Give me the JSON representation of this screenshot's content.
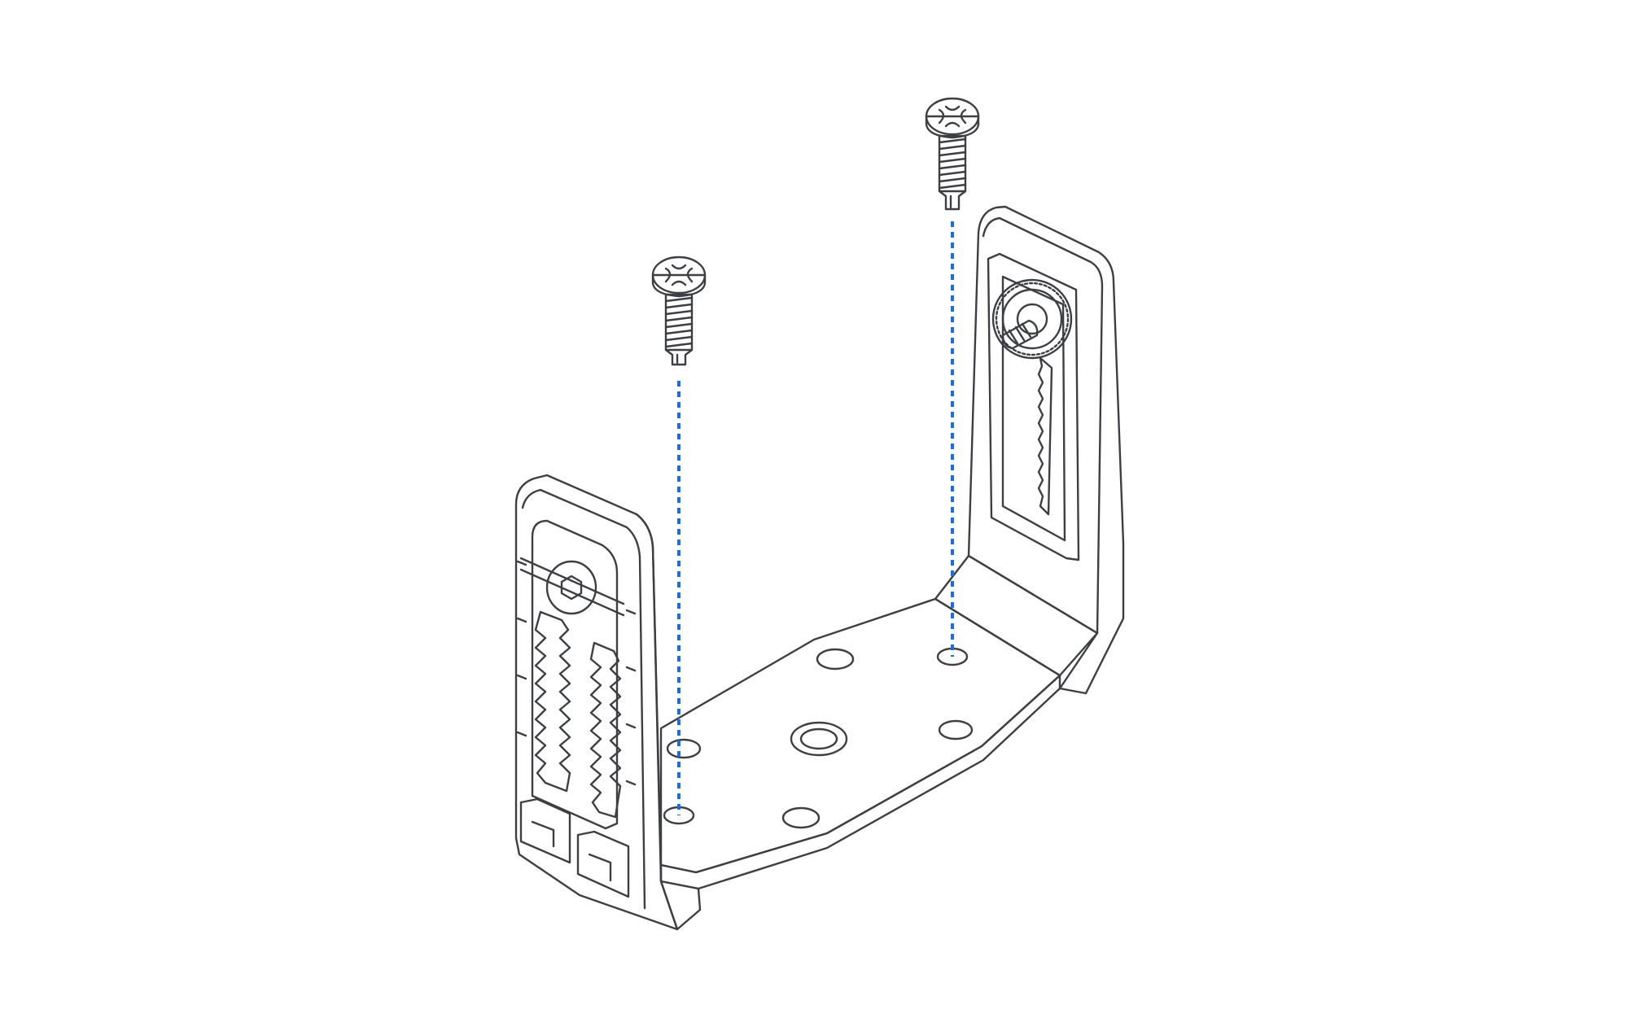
{
  "diagram": {
    "description_visible_text": "",
    "colors": {
      "background": "#ffffff",
      "outline": "#3d3f42",
      "part_fill": "#f3f3f3",
      "shade_fill": "#e6e6e6",
      "guide_line": "#1a6fdc"
    },
    "parts": {
      "bracket": "u-shaped-mounting-bracket",
      "screws": [
        "phillips-screw",
        "phillips-screw"
      ],
      "knob": "knurled-thumb-knob",
      "left_fastener": "hex-socket-bolt"
    }
  }
}
